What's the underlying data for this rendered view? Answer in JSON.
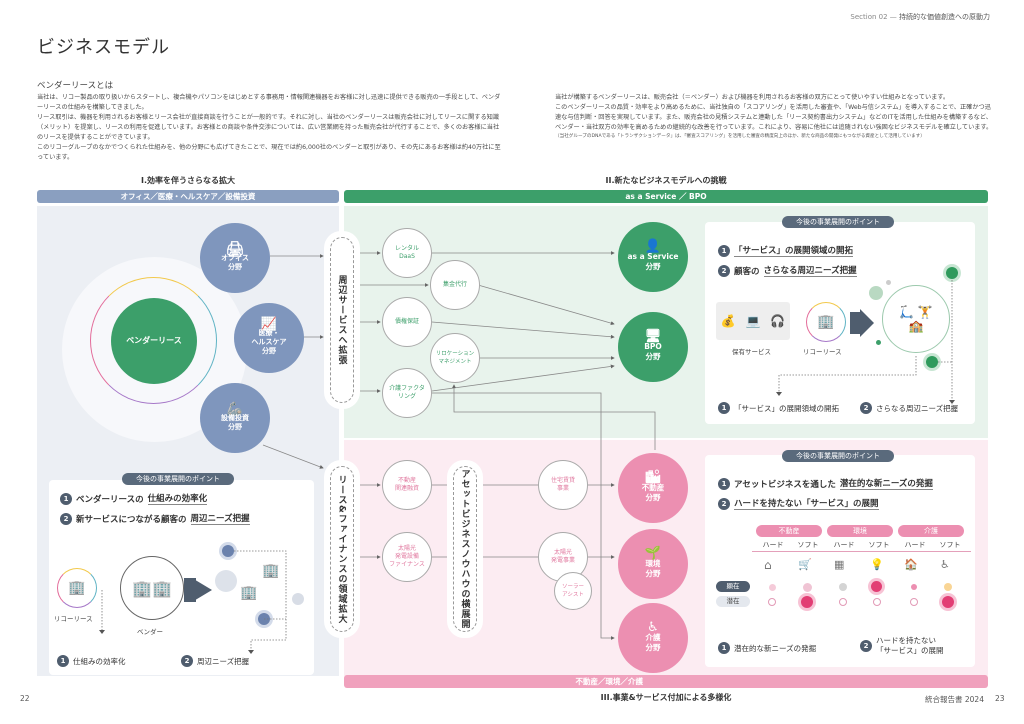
{
  "header": {
    "section": "Section 02",
    "section_title": "持続的な価値創造への原動力",
    "page_title": "ビジネスモデル"
  },
  "intro": {
    "subheading": "ベンダーリースとは",
    "left_paragraphs": [
      "当社は、リコー製品の取り扱いからスタートし、複合機やパソコンをはじめとする事務用・情報関連機器をお客様に対し迅速に提供できる販売の一手段として、ベンダーリースの仕組みを構築してきました。",
      "リース取引は、機器を利用されるお客様とリース会社が直接商談を行うことが一般的です。それに対し、当社のベンダーリースは販売会社に対してリースに関する知識（メリット）を提案し、リースの利用を促進しています。お客様との商談や条件交渉については、広い営業網を持った販売会社が代行することで、多くのお客様に当社のリースを提供することができています。",
      "このリコーグループのなかでつくられた仕組みを、他の分野にも広げてきたことで、現在では約6,000社のベンダーと取引があり、その先にあるお客様は約40万社に至っています。"
    ],
    "right_paragraphs": [
      "当社が構築するベンダーリースは、販売会社（＝ベンダー）および機器を利用されるお客様の双方にとって使いやすい仕組みとなっています。",
      "このベンダーリースの品質・効率をより高めるために、当社独自の「スコアリング」を活用した審査や、「Web与信システム」を導入することで、正確かつ迅速な与信判断・回答を実現しています。また、販売会社の見積システムと連動した「リース契約書出力システム」などのITを活用した仕組みを構築するなど、ベンダー・当社双方の効率を高めるための継続的な改善を行っています。これにより、容易に他社には追随されない強固なビジネスモデルを確立しています。"
    ],
    "note": "（当社グループのDNAである「トランザクションデータ」は、「審査スコアリング」を活用した審査の精度向上のほか、新たな商品の開発にもつながる資産として活用しています）"
  },
  "section1": {
    "title": "I.効率を伴うさらなる拡大",
    "band": "オフィス／医療・ヘルスケア／設備投資",
    "core": "ベンダーリース",
    "fields": [
      {
        "label": "オフィス\n分野",
        "icon": "copier-icon"
      },
      {
        "label": "医療・\nヘルスケア\n分野",
        "icon": "medical-monitor-icon"
      },
      {
        "label": "設備投資\n分野",
        "icon": "robot-arm-icon"
      }
    ],
    "expand1": "周辺サービスへ拡張",
    "expand2": "リース&ファイナンスの領域拡大",
    "points_pill": "今後の事業展開のポイント",
    "points": [
      {
        "num": "1",
        "prefix": "ベンダーリースの",
        "underlined": "仕組みの効率化"
      },
      {
        "num": "2",
        "prefix": "新サービスにつながる顧客の",
        "underlined": "周辺ニーズ把握"
      }
    ],
    "ricoh_lease": "リコーリース",
    "vendor": "ベンダー",
    "bottom": [
      {
        "num": "1",
        "text": "仕組みの効率化"
      },
      {
        "num": "2",
        "text": "周辺ニーズ把握"
      }
    ]
  },
  "section2": {
    "title": "II.新たなビジネスモデルへの挑戦",
    "band": "as a Service ／ BPO",
    "services": [
      "レンタル\nDaaS",
      "集金代行",
      "債権保証",
      "リロケーション\nマネジメント",
      "介護ファクタ\nリング"
    ],
    "fields": [
      {
        "label": "as a Service\n分野",
        "icon": "person-laptop-icon"
      },
      {
        "label": "BPO\n分野",
        "icon": "monitor-icon"
      }
    ],
    "points_pill": "今後の事業展開のポイント",
    "points": [
      {
        "num": "1",
        "text": "「サービス」の展開領域の開拓"
      },
      {
        "num": "2",
        "prefix": "顧客の",
        "underlined": "さらなる周辺ニーズ把握"
      }
    ],
    "owned_services": "保有サービス",
    "ricoh_lease": "リコーリース",
    "bottom": [
      {
        "num": "1",
        "text": "「サービス」の展開領域の開拓"
      },
      {
        "num": "2",
        "text": "さらなる周辺ニーズ把握"
      }
    ]
  },
  "section3": {
    "title": "III.事業&サービス付加による多様化",
    "band": "不動産／環境／介護",
    "finance": [
      "不動産\n関連融資",
      "太陽光\n発電設備\nファイナンス"
    ],
    "knowhow": "アセットビジネスノウハウの横展開",
    "business": [
      "住宅賃貸\n事業",
      "太陽光\n発電事業",
      "ソーラー\nアシスト"
    ],
    "fields": [
      {
        "label": "不動産\n分野",
        "icon": "buildings-icon"
      },
      {
        "label": "環境\n分野",
        "icon": "leaf-hands-icon"
      },
      {
        "label": "介護\n分野",
        "icon": "wheelchair-icon"
      }
    ],
    "points_pill": "今後の事業展開のポイント",
    "points": [
      {
        "num": "1",
        "prefix": "アセットビジネスを通した",
        "underlined": "潜在的な新ニーズの発掘"
      },
      {
        "num": "2",
        "underlined": "ハードを持たない「サービス」の展開"
      }
    ],
    "categories": [
      "不動産",
      "環境",
      "介護"
    ],
    "hard": "ハード",
    "soft": "ソフト",
    "rows": [
      "顕在",
      "潜在"
    ],
    "bottom": [
      {
        "num": "1",
        "text": "潜在的な新ニーズの発掘"
      },
      {
        "num": "2",
        "text": "ハードを持たない\n「サービス」の展開"
      }
    ]
  },
  "footer": {
    "page_left": "22",
    "page_right": "23",
    "report": "統合報告書 2024"
  }
}
